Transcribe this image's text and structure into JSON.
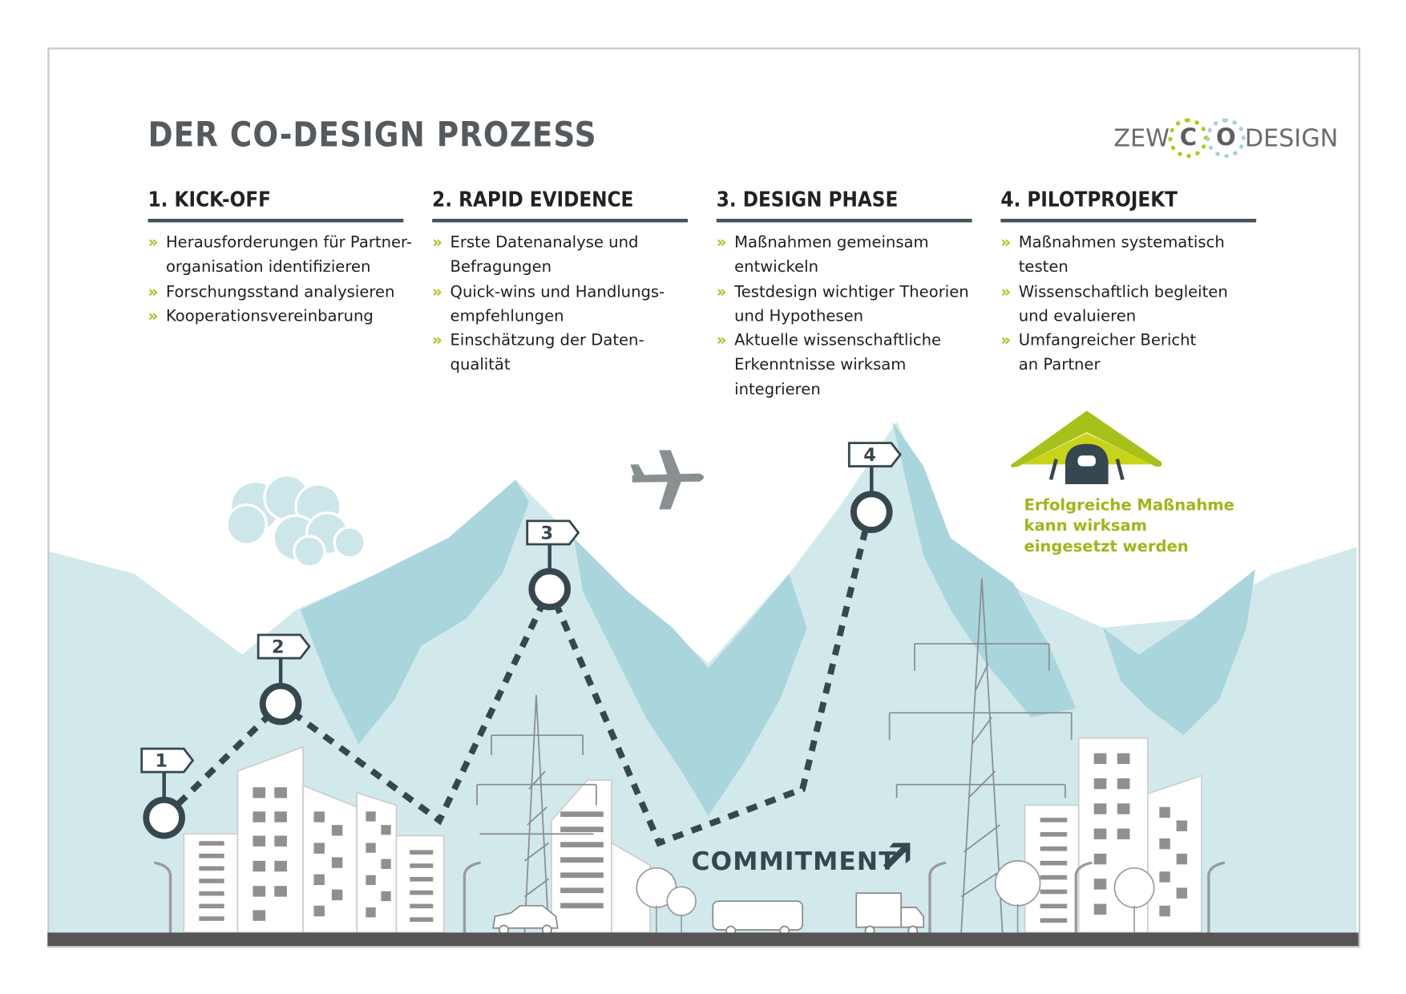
{
  "title": "DER CO-DESIGN PROZESS",
  "logo": {
    "part1": "ZEW",
    "c": "C",
    "o": "O",
    "part2": "DESIGN"
  },
  "phases": [
    {
      "heading": "1. KICK-OFF",
      "items": [
        [
          "Herausforderungen für Partner-",
          "organisation identifizieren"
        ],
        [
          "Forschungsstand analysieren"
        ],
        [
          "Kooperationsvereinbarung"
        ]
      ]
    },
    {
      "heading": "2. RAPID EVIDENCE",
      "items": [
        [
          "Erste Datenanalyse und",
          "Befragungen"
        ],
        [
          "Quick-wins und Handlungs-",
          "empfehlungen"
        ],
        [
          "Einschätzung der Daten-",
          "qualität"
        ]
      ]
    },
    {
      "heading": "3. DESIGN PHASE",
      "items": [
        [
          "Maßnahmen gemeinsam",
          "entwickeln"
        ],
        [
          "Testdesign wichtiger Theorien",
          "und Hypothesen"
        ],
        [
          "Aktuelle wissenschaftliche",
          "Erkenntnisse wirksam",
          "integrieren"
        ]
      ]
    },
    {
      "heading": "4. PILOTPROJEKT",
      "items": [
        [
          "Maßnahmen systematisch",
          "testen"
        ],
        [
          "Wissenschaftlich begleiten",
          "und evaluieren"
        ],
        [
          "Umfangreicher Bericht",
          "an Partner"
        ]
      ]
    }
  ],
  "bullet": "»",
  "success": [
    "Erfolgreiche Maßnahme",
    "kann wirksam",
    "eingesetzt werden"
  ],
  "milestones": [
    "1",
    "2",
    "3",
    "4"
  ],
  "commitment": "COMMITMENT",
  "colors": {
    "accent": "#a8c01a",
    "dark": "#37474f",
    "mountain_light": "#d2e9ec",
    "mountain_dark": "#a9d6dc",
    "ground": "#555555"
  }
}
